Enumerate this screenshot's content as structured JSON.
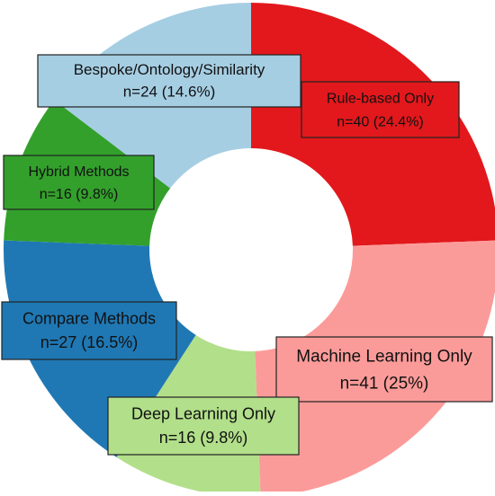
{
  "chart_data": {
    "type": "pie",
    "style": "donut",
    "title": "",
    "start": "12 o'clock",
    "direction": "clockwise",
    "legend": "none",
    "grid": false,
    "slices": [
      {
        "label": "Rule-based Only",
        "value": 40,
        "line1": "Rule-based Only",
        "line2": "n=40 (24.4%)",
        "color": "#e2181c"
      },
      {
        "label": "Machine Learning Only",
        "value": 41,
        "line1": "Machine Learning Only",
        "line2": "n=41 (25%)",
        "color": "#fb9b99"
      },
      {
        "label": "Deep Learning Only",
        "value": 16,
        "line1": "Deep Learning Only",
        "line2": "n=16 (9.8%)",
        "color": "#b2df8a"
      },
      {
        "label": "Compare Methods",
        "value": 27,
        "line1": "Compare Methods",
        "line2": "n=27 (16.5%)",
        "color": "#1f78b4"
      },
      {
        "label": "Hybrid Methods",
        "value": 16,
        "line1": "Hybrid Methods",
        "line2": "n=16 (9.8%)",
        "color": "#33a02c"
      },
      {
        "label": "Bespoke/Ontology/Similarity",
        "value": 24,
        "line1": "Bespoke/Ontology/Similarity",
        "line2": "n=24 (14.6%)",
        "color": "#a6cee3"
      }
    ]
  }
}
